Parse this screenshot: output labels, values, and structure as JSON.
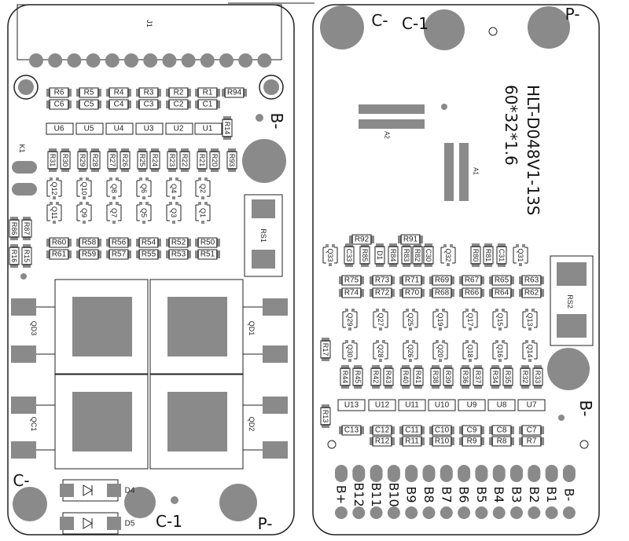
{
  "left_board": {
    "connector": "J1",
    "k_label": "K1",
    "left_side_labels": [
      "R87",
      "R86",
      "R15",
      "R16"
    ],
    "rs": "RS1",
    "b_minus": "B-",
    "c_minus": "C-",
    "c1": "C-1",
    "p_minus": "P-",
    "diodes": [
      "D4",
      "D5"
    ],
    "mosfets": [
      "QD3",
      "QD1",
      "QC1",
      "QD2"
    ],
    "r_top": [
      "R6",
      "R5",
      "R4",
      "R3",
      "R2",
      "R1",
      "R94"
    ],
    "c_top": [
      "C6",
      "C5",
      "C4",
      "C3",
      "C2",
      "C1"
    ],
    "u_top": [
      "U6",
      "U5",
      "U4",
      "U3",
      "U2",
      "U1"
    ],
    "r14": "R14",
    "r_pairs": [
      [
        "R31",
        "R30"
      ],
      [
        "R29",
        "R28"
      ],
      [
        "R27",
        "R26"
      ],
      [
        "R25",
        "R24"
      ],
      [
        "R23",
        "R22"
      ],
      [
        "R21",
        "R20"
      ],
      [
        "R93"
      ]
    ],
    "q_row1": [
      "Q12",
      "Q10",
      "Q8",
      "Q6",
      "Q4",
      "Q2"
    ],
    "q_row2": [
      "Q11",
      "Q9",
      "Q7",
      "Q5",
      "Q3",
      "Q1"
    ],
    "r_row1": [
      "R60",
      "R58",
      "R56",
      "R54",
      "R52",
      "R50"
    ],
    "r_row2": [
      "R61",
      "R59",
      "R57",
      "R55",
      "R53",
      "R51"
    ]
  },
  "right_board": {
    "title": "HLT-D048V1-13S",
    "dims": "60*32*1.6",
    "c_minus": "C-",
    "c1": "C-1",
    "p_minus": "P-",
    "b_minus": "B-",
    "a1": "A1",
    "a2": "A2",
    "rs": "RS2",
    "r92": "R92",
    "r91": "R91",
    "mid_row": [
      "Q33",
      "C33",
      "R85",
      "D1",
      "R84",
      "R83",
      "R82",
      "C30",
      "Q32",
      "R80",
      "R81",
      "C31",
      "Q31"
    ],
    "r_row1": [
      "R75",
      "R73",
      "R71",
      "R69",
      "R67",
      "R65",
      "R63"
    ],
    "r_row2": [
      "R74",
      "R72",
      "R70",
      "R68",
      "R66",
      "R64",
      "R62"
    ],
    "q_row1": [
      "Q29",
      "Q27",
      "Q25",
      "Q19",
      "Q17",
      "Q15",
      "Q13"
    ],
    "q_row2": [
      "Q30",
      "Q28",
      "Q26",
      "Q20",
      "Q18",
      "Q16",
      "Q14"
    ],
    "r17": "R17",
    "r13": "R13",
    "r_pairs": [
      [
        "R44",
        "R45"
      ],
      [
        "R42",
        "R43"
      ],
      [
        "R40",
        "R41"
      ],
      [
        "R38",
        "R39"
      ],
      [
        "R36",
        "R37"
      ],
      [
        "R34",
        "R35"
      ],
      [
        "R32",
        "R33"
      ]
    ],
    "u_row": [
      "U13",
      "U12",
      "U11",
      "U10",
      "U9",
      "U8",
      "U7"
    ],
    "c_row": [
      "C13",
      "C12",
      "C11",
      "C10",
      "C9",
      "C8",
      "C7"
    ],
    "r_bottom": [
      "R12",
      "R11",
      "R10",
      "R9",
      "R8",
      "R7"
    ],
    "pads": [
      "B+",
      "B12",
      "B11",
      "B10",
      "B9",
      "B8",
      "B7",
      "B6",
      "B5",
      "B4",
      "B3",
      "B2",
      "B1",
      "B-"
    ]
  }
}
